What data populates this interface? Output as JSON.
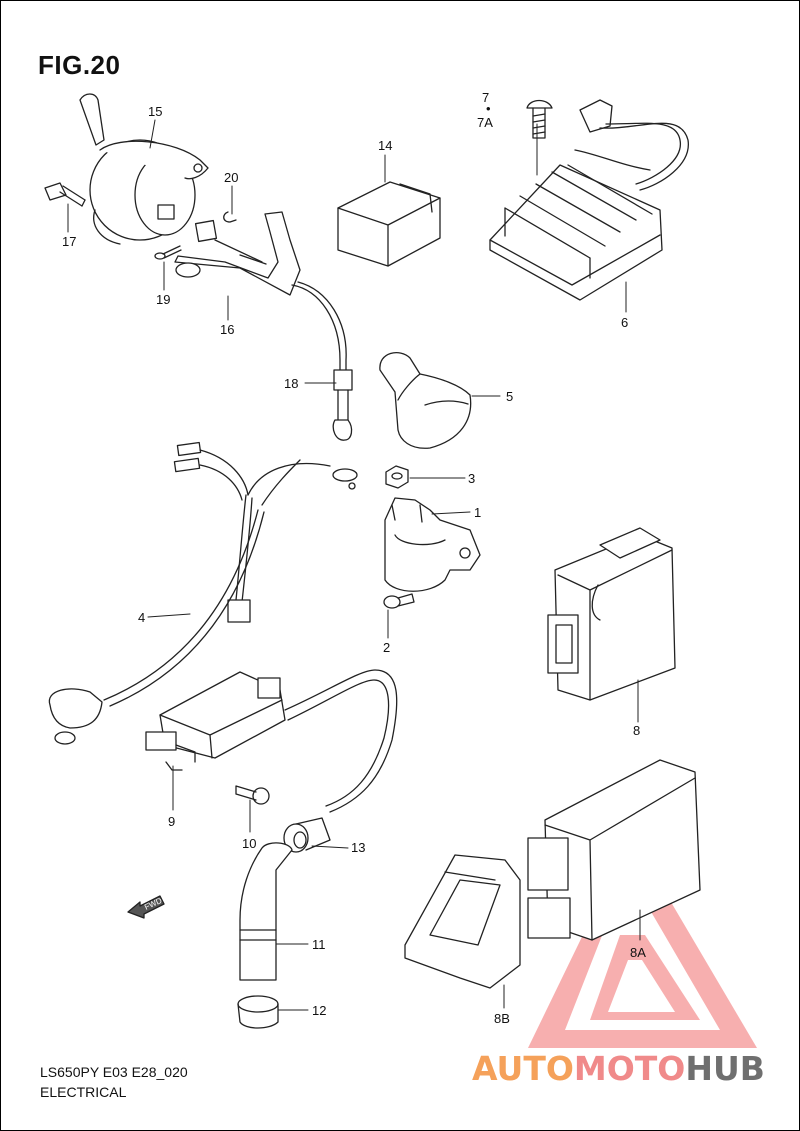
{
  "figure": {
    "title": "FIG.20"
  },
  "footer": {
    "model_code": "LS650PY E03 E28_020",
    "section": "ELECTRICAL"
  },
  "fwd_label": "FWD",
  "callouts": {
    "c1": "1",
    "c2": "2",
    "c3": "3",
    "c4": "4",
    "c5": "5",
    "c6": "6",
    "c7": "7",
    "c7a": "7A",
    "c8": "8",
    "c8a": "8A",
    "c8b": "8B",
    "c9": "9",
    "c10": "10",
    "c11": "11",
    "c12": "12",
    "c13": "13",
    "c14": "14",
    "c15": "15",
    "c16": "16",
    "c17": "17",
    "c18": "18",
    "c19": "19",
    "c20": "20"
  },
  "watermark": {
    "part1": "AUTO",
    "part2": "MOTO",
    "part3": "HUB",
    "colors": {
      "orange": "#f5a15a",
      "red": "#f08a8a",
      "gray": "#6f6f6f"
    }
  }
}
